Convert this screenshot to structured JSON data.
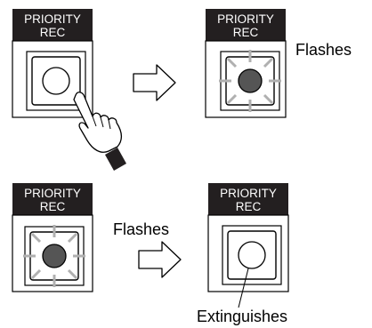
{
  "panels": [
    {
      "label_line1": "PRIORITY",
      "label_line2": "REC",
      "lamp": "off"
    },
    {
      "label_line1": "PRIORITY",
      "label_line2": "REC",
      "lamp": "flashing"
    },
    {
      "label_line1": "PRIORITY",
      "label_line2": "REC",
      "lamp": "flashing"
    },
    {
      "label_line1": "PRIORITY",
      "label_line2": "REC",
      "lamp": "off"
    }
  ],
  "captions": {
    "top_right": "Flashes",
    "bottom_middle": "Flashes",
    "bottom_right": "Extinguishes"
  },
  "icons": {
    "arrow": "right-arrow-icon",
    "hand": "pointing-hand-icon",
    "rays": "flash-rays-icon"
  },
  "colors": {
    "label_bg": "#231f20",
    "lamp_on": "#555555",
    "rays": "#b0b0b0"
  }
}
